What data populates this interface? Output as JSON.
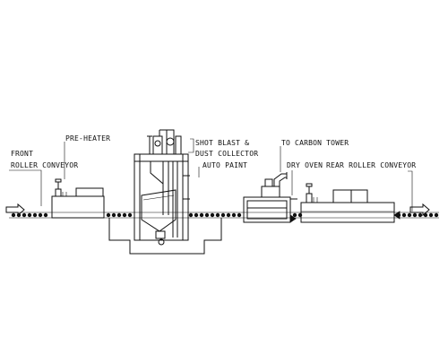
{
  "labels": {
    "front_roller_conveyor_1": "FRONT",
    "front_roller_conveyor_2": "ROLLER  CONVEYOR",
    "pre_heater": "PRE-HEATER",
    "shot_blast_1": "SHOT BLAST &",
    "shot_blast_2": "DUST COLLECTOR",
    "auto_paint": "AUTO PAINT",
    "to_carbon_tower": "TO CARBON TOWER",
    "dry_oven": "DRY  OVEN",
    "rear_roller_conveyor": "REAR ROLLER CONVEYOR"
  },
  "colors": {
    "line": "#111111",
    "background": "#ffffff"
  }
}
